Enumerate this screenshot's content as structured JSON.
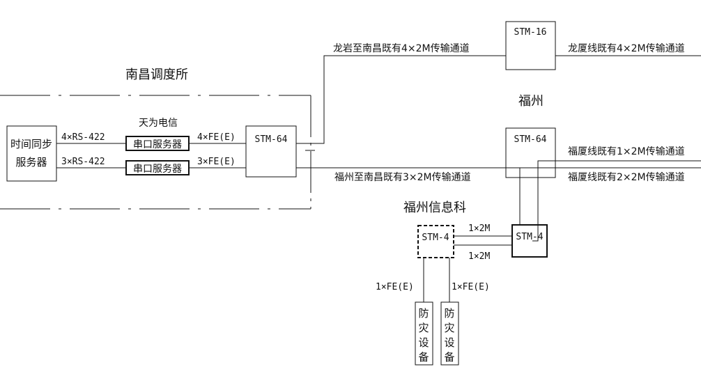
{
  "nanchang": {
    "region_label": "南昌调度所",
    "time_server": {
      "line1": "时间同步",
      "line2": "服务器"
    },
    "link_rs422_top": "4×RS-422",
    "link_rs422_bottom": "3×RS-422",
    "vendor_label": "天为电信",
    "serial_server_top": "串口服务器",
    "serial_server_bottom": "串口服务器",
    "link_fe_top": "4×FE(E)",
    "link_fe_bottom": "3×FE(E)",
    "stm64": "STM-64"
  },
  "routes": {
    "longyan_nanchang": "龙岩至南昌既有4×2M传输通道",
    "fuzhou_nanchang": "福州至南昌既有3×2M传输通道"
  },
  "longyan": {
    "stm16": "STM-16",
    "longxia_line": "龙厦线既有4×2M传输通道"
  },
  "fuzhou": {
    "region_label": "福州",
    "stm64": "STM-64",
    "fuxia_line_1": "福厦线既有1×2M传输通道",
    "fuxia_line_2": "福厦线既有2×2M传输通道",
    "stm4": "STM-4"
  },
  "fuzhou_info": {
    "region_label": "福州信息科",
    "stm4": "STM-4",
    "link_2m_top": "1×2M",
    "link_2m_bottom": "1×2M",
    "link_fe_left": "1×FE(E)",
    "link_fe_right": "1×FE(E)",
    "device_left": [
      "防",
      "灾",
      "设",
      "备"
    ],
    "device_right": [
      "防",
      "灾",
      "设",
      "备"
    ]
  }
}
